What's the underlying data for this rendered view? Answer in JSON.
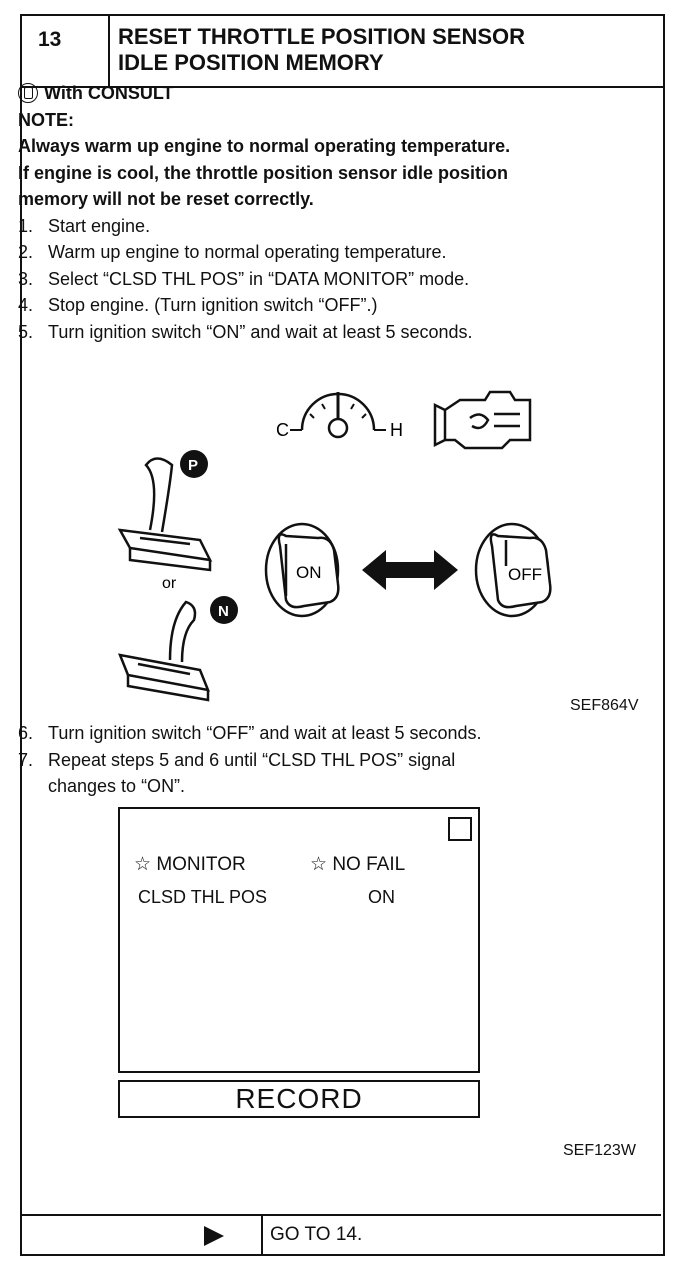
{
  "header": {
    "step_number": "13",
    "title_line1": "RESET THROTTLE POSITION SENSOR",
    "title_line2": "IDLE POSITION MEMORY"
  },
  "consult": {
    "label": "With CONSULT"
  },
  "note": {
    "label": "NOTE:",
    "lines": [
      "Always warm up engine to normal operating temperature.",
      "If engine is cool, the throttle position sensor idle position",
      "memory will not be reset correctly."
    ]
  },
  "steps_a": [
    {
      "num": "1.",
      "text": "Start engine."
    },
    {
      "num": "2.",
      "text": "Warm up engine to normal operating temperature."
    },
    {
      "num": "3.",
      "text": "Select “CLSD THL POS” in “DATA MONITOR” mode."
    },
    {
      "num": "4.",
      "text": "Stop engine. (Turn ignition switch “OFF”.)"
    },
    {
      "num": "5.",
      "text": "Turn ignition switch “ON” and wait at least 5 seconds."
    }
  ],
  "illustration": {
    "gauge_cold": "C",
    "gauge_hot": "H",
    "gear_p": "P",
    "gear_n": "N",
    "or_label": "or",
    "key_on": "ON",
    "key_off": "OFF",
    "code": "SEF864V"
  },
  "steps_b": [
    {
      "num": "6.",
      "text": "Turn ignition switch “OFF” and wait at least 5 seconds."
    },
    {
      "num": "7.",
      "text": "Repeat steps 5 and 6 until “CLSD THL POS” signal"
    },
    {
      "num": "",
      "text": "changes to “ON”."
    }
  ],
  "monitor": {
    "col1": "MONITOR",
    "col2": "NO FAIL",
    "item_label": "CLSD THL POS",
    "item_value": "ON",
    "record_button": "RECORD",
    "code": "SEF123W"
  },
  "footer": {
    "goto": "GO TO 14."
  }
}
